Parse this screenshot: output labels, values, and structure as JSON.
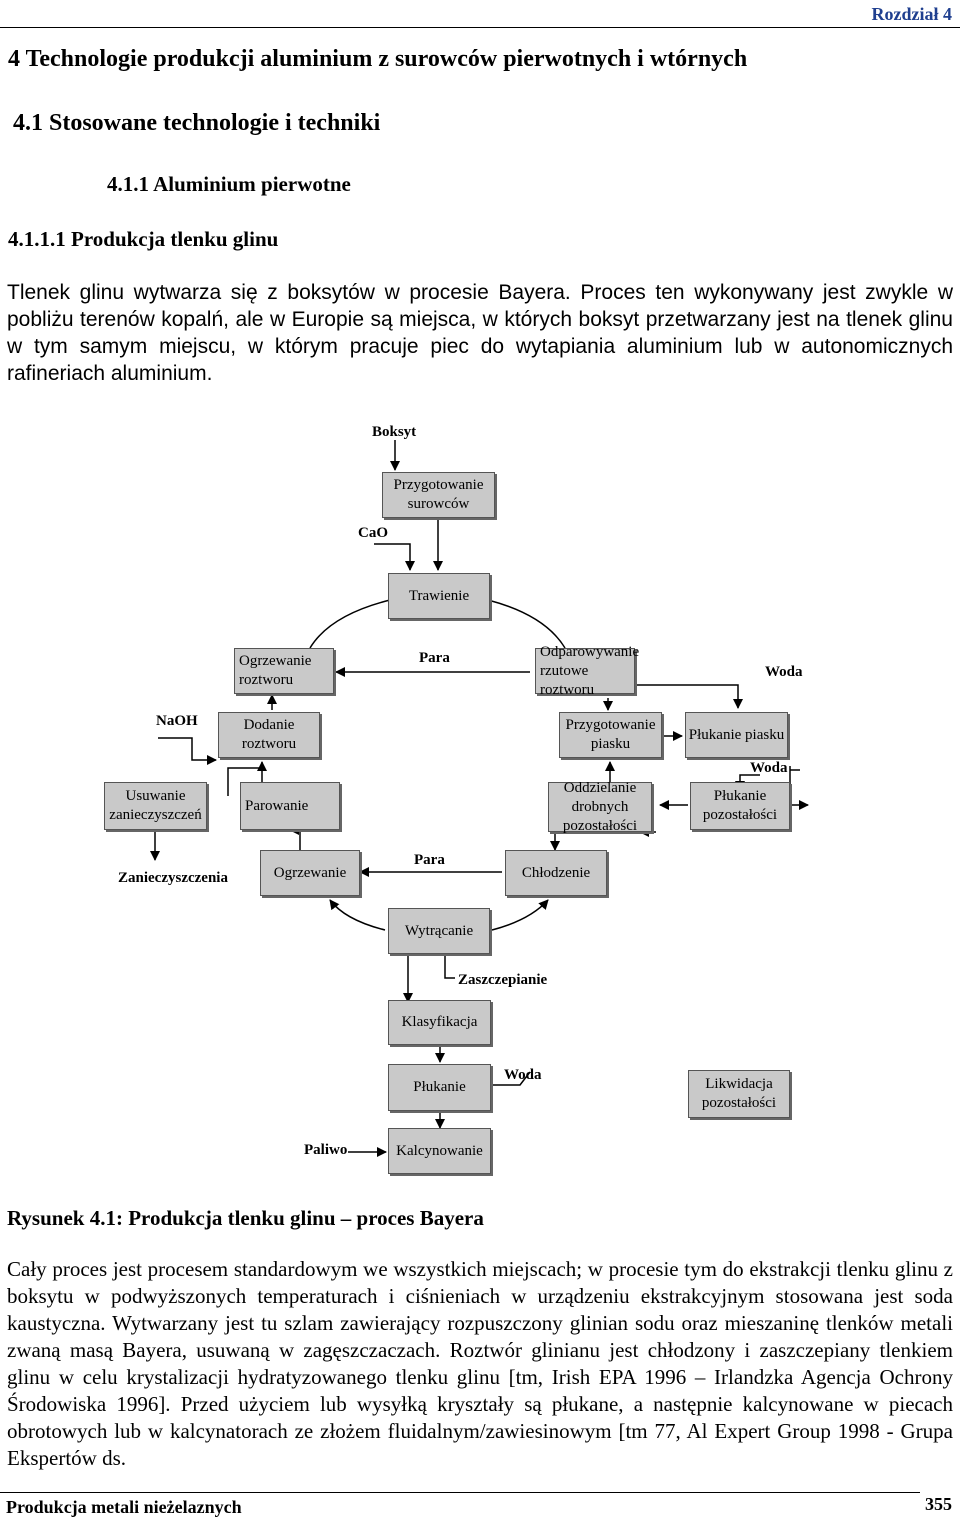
{
  "header": {
    "chapter": "Rozdział 4"
  },
  "headings": {
    "h1": "4  Technologie produkcji aluminium z surowców pierwotnych i wtórnych",
    "h2": "4.1  Stosowane technologie i techniki",
    "h3": "4.1.1  Aluminium pierwotne",
    "h4": "4.1.1.1  Produkcja tlenku glinu"
  },
  "paragraph1": "Tlenek glinu wytwarza się z boksytów w procesie Bayera. Proces ten wykonywany jest zwykle w pobliżu terenów kopalń, ale w Europie są miejsca, w których boksyt przetwarzany jest na tlenek glinu w tym samym miejscu, w którym pracuje piec do wytapiania aluminium lub w autonomicznych rafineriach aluminium.",
  "diagram": {
    "boxes": {
      "przygotowanie": "Przygotowanie surowców",
      "trawienie": "Trawienie",
      "ogrzewanie_roztworu": "Ogrzewanie roztworu",
      "odparowywanie": "Odparowywanie rzutowe roztworu",
      "dodanie": "Dodanie roztworu",
      "przyg_piasku": "Przygotowanie piasku",
      "plukanie_piasku": "Płukanie piasku",
      "usuwanie": "Usuwanie zanieczyszczeń",
      "parowanie": "Parowanie",
      "oddzielanie": "Oddzielanie drobnych pozostałości",
      "plukanie_poz": "Płukanie pozostałości",
      "ogrzewanie": "Ogrzewanie",
      "chlodzenie": "Chłodzenie",
      "wytracanie": "Wytrącanie",
      "klasyfikacja": "Klasyfikacja",
      "plukanie": "Płukanie",
      "likwidacja": "Likwidacja pozostałości",
      "kalcynowanie": "Kalcynowanie"
    },
    "labels": {
      "boksyt": "Boksyt",
      "cao": "CaO",
      "para1": "Para",
      "woda1": "Woda",
      "naoh": "NaOH",
      "woda2": "Woda",
      "zanieczyszczenia": "Zanieczyszczenia",
      "para2": "Para",
      "zaszczepianie": "Zaszczepianie",
      "woda3": "Woda",
      "paliwo": "Paliwo"
    }
  },
  "caption": "Rysunek 4.1: Produkcja tlenku glinu – proces Bayera",
  "paragraph2": "Cały proces jest procesem standardowym we wszystkich miejscach; w procesie tym do ekstrakcji tlenku glinu z boksytu w podwyższonych temperaturach i ciśnieniach w urządzeniu ekstrakcyjnym stosowana jest soda kaustyczna. Wytwarzany jest tu szlam zawierający rozpuszczony glinian sodu oraz mieszaninę tlenków metali zwaną masą Bayera, usuwaną w zagęszczaczach. Roztwór glinianu jest chłodzony i zaszczepiany tlenkiem glinu w celu krystalizacji hydratyzowanego tlenku glinu [tm, Irish EPA 1996 – Irlandzka Agencja Ochrony Środowiska 1996]. Przed użyciem lub wysyłką kryształy są płukane, a następnie kalcynowane w piecach obrotowych lub w kalcynatorach ze złożem fluidalnym/zawiesinowym [tm 77, Al Expert Group 1998 - Grupa Ekspertów ds.",
  "footer": {
    "left": "Produkcja metali nieżelaznych",
    "page": "355"
  }
}
